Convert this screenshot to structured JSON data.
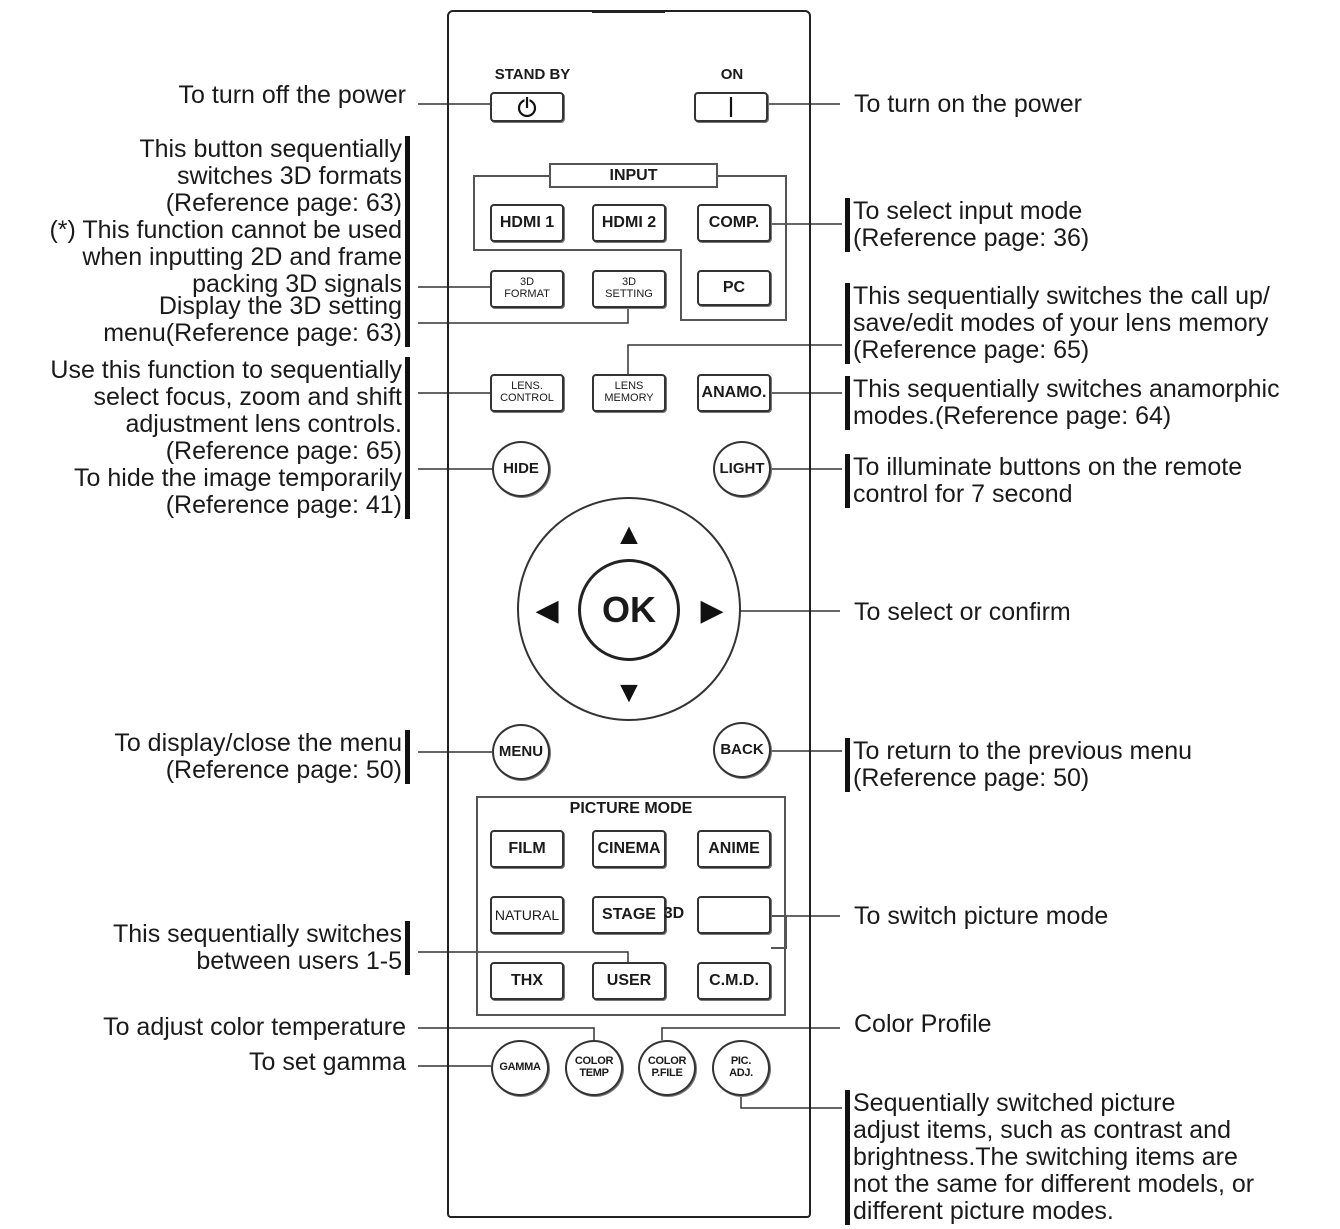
{
  "remote": {
    "standby_label": "STAND BY",
    "on_label": "ON",
    "standby_icon": "power-symbol-icon",
    "on_icon": "vertical-bar-icon",
    "input_title": "INPUT",
    "picture_mode_title": "PICTURE MODE",
    "buttons": {
      "hdmi1": "HDMI 1",
      "hdmi2": "HDMI 2",
      "comp": "COMP.",
      "pc": "PC",
      "format3d": "3D\nFORMAT",
      "setting3d": "3D\nSETTING",
      "lens_control": "LENS.\nCONTROL",
      "lens_memory": "LENS\nMEMORY",
      "anamo": "ANAMO.",
      "hide": "HIDE",
      "light": "LIGHT",
      "ok": "OK",
      "menu": "MENU",
      "back": "BACK",
      "film": "FILM",
      "cinema": "CINEMA",
      "anime": "ANIME",
      "natural": "NATURAL",
      "stage": "STAGE",
      "label_3d": "3D",
      "blank": "",
      "thx": "THX",
      "user": "USER",
      "cmd": "C.M.D.",
      "gamma": "GAMMA",
      "color_temp": "COLOR\nTEMP",
      "color_pfile": "COLOR\nP.FILE",
      "pic_adj": "PIC.\nADJ."
    }
  },
  "annotations": {
    "power_off": "To turn off the power",
    "power_on": "To turn on the power",
    "format3d": "This button sequentially\nswitches 3D formats\n(Reference page: 63)\n(*) This function cannot be used\nwhen inputting 2D and frame\npacking 3D signals",
    "setting3d": "Display the 3D setting\nmenu(Reference page: 63)",
    "input_mode": "To select input mode\n(Reference page: 36)",
    "lens_memory": "This sequentially switches the call up/\nsave/edit modes of your lens memory\n(Reference page: 65)",
    "lens_control": "Use this function to sequentially\nselect focus, zoom and shift\nadjustment lens controls.\n(Reference page: 65)",
    "anamo": "This sequentially switches anamorphic\nmodes.(Reference page: 64)",
    "hide": "To hide the image temporarily\n(Reference page: 41)",
    "light": "To illuminate buttons on the remote\ncontrol for 7 second",
    "ok": "To select or confirm",
    "menu": "To display/close the menu\n(Reference page: 50)",
    "back": "To return to the previous menu\n(Reference page: 50)",
    "picture_mode": "To switch picture mode",
    "user": "This sequentially switches\nbetween users 1-5",
    "color_temp": "To adjust color temperature",
    "gamma": "To set gamma",
    "color_profile": "Color Profile",
    "pic_adj": "Sequentially switched picture\nadjust items, such as contrast and\nbrightness.The switching items are\nnot the same for different models, or\ndifferent picture modes."
  }
}
